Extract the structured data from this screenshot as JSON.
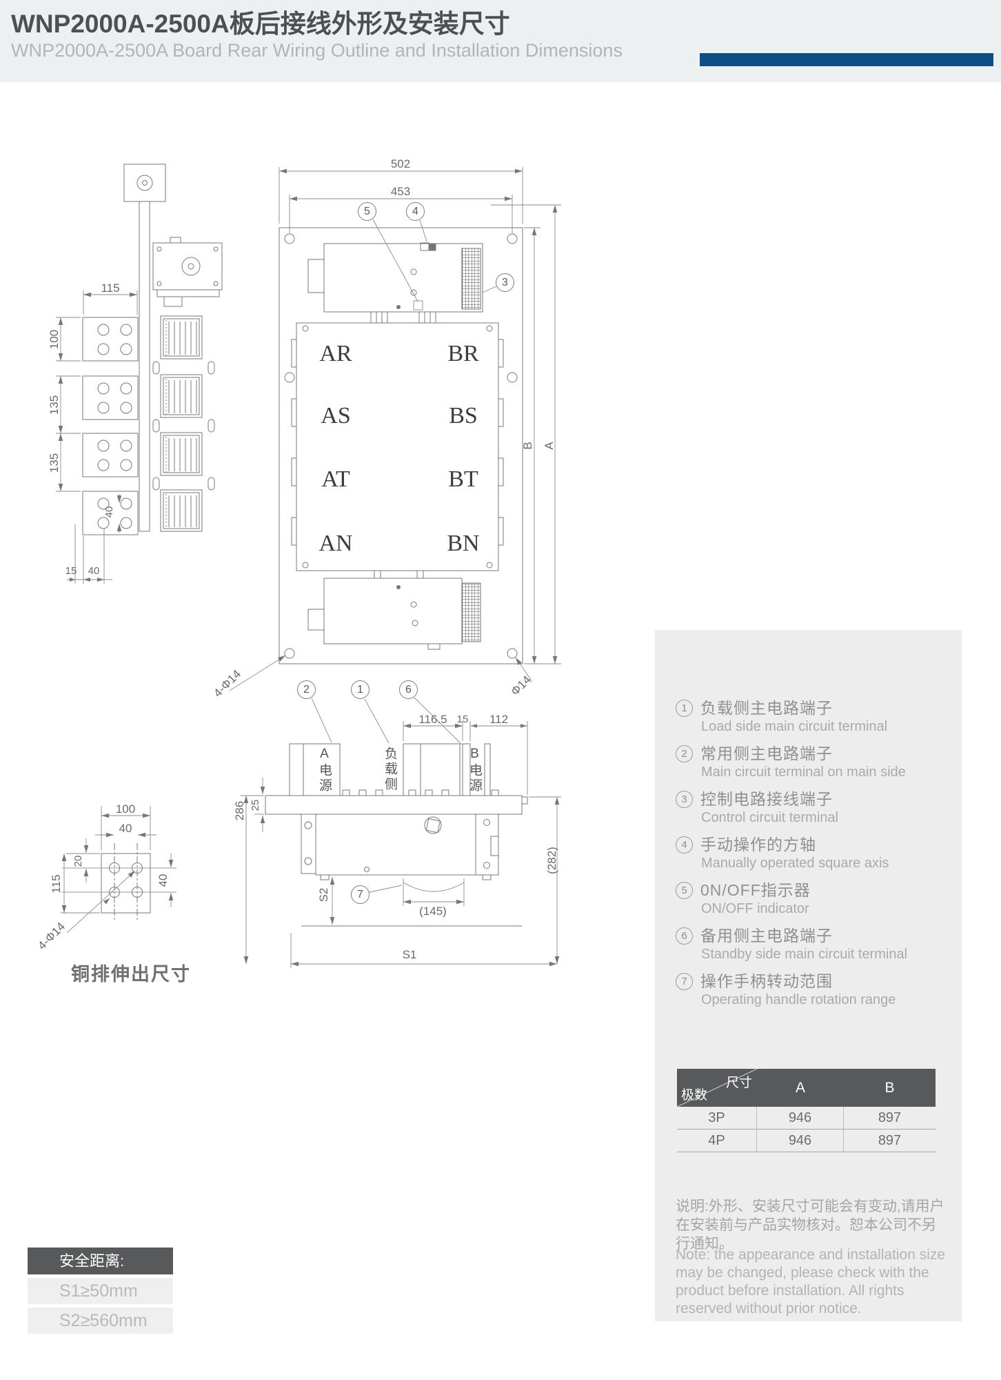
{
  "header": {
    "title_zh": "WNP2000A-2500A板后接线外形及安装尺寸",
    "title_en": "WNP2000A-2500A Board Rear Wiring Outline and Installation Dimensions",
    "accent_color": "#0e4d86"
  },
  "front": {
    "dim_502": "502",
    "dim_453": "453",
    "dim_a": "A",
    "dim_b": "B",
    "corner_holes": "4-Φ14",
    "hole": "Φ14",
    "t_l1": "AR",
    "t_l2": "AS",
    "t_l3": "AT",
    "t_l4": "AN",
    "t_r1": "BR",
    "t_r2": "BS",
    "t_r3": "BT",
    "t_r4": "BN",
    "c3": "3",
    "c4": "4",
    "c5": "5"
  },
  "side": {
    "d115": "115",
    "d100": "100",
    "d135a": "135",
    "d135b": "135",
    "d40": "40",
    "d15": "15",
    "d40b": "40"
  },
  "bottom": {
    "d1165": "116.5",
    "d15": "15",
    "d112": "112",
    "d286": "286",
    "d25": "25",
    "ds2": "S2",
    "ds1": "S1",
    "d145": "(145)",
    "d282": "(282)",
    "a_power": "A电源",
    "load_side": "负载侧",
    "b_power": "B电源",
    "c1": "1",
    "c2": "2",
    "c6": "6",
    "c7": "7"
  },
  "detail": {
    "title": "铜排伸出尺寸",
    "d100": "100",
    "d40": "40",
    "d20": "20",
    "d115": "115",
    "d40b": "40",
    "holes": "4-Φ14"
  },
  "legend": {
    "items": [
      {
        "num": "1",
        "zh": "负载侧主电路端子",
        "en": "Load side main circuit terminal"
      },
      {
        "num": "2",
        "zh": "常用侧主电路端子",
        "en": "Main circuit terminal on main side"
      },
      {
        "num": "3",
        "zh": "控制电路接线端子",
        "en": "Control circuit terminal"
      },
      {
        "num": "4",
        "zh": "手动操作的方轴",
        "en": "Manually operated square axis"
      },
      {
        "num": "5",
        "zh": "0N/OFF指示器",
        "en": "ON/OFF indicator"
      },
      {
        "num": "6",
        "zh": "备用侧主电路端子",
        "en": "Standby side main circuit terminal"
      },
      {
        "num": "7",
        "zh": "操作手柄转动范围",
        "en": "Operating handle rotation range"
      }
    ]
  },
  "table": {
    "corner_top": "尺寸",
    "corner_bottom": "极数",
    "col_a": "A",
    "col_b": "B",
    "rows": [
      {
        "poles": "3P",
        "a": "946",
        "b": "897"
      },
      {
        "poles": "4P",
        "a": "946",
        "b": "897"
      }
    ]
  },
  "notes": {
    "zh": "说明:外形、安装尺寸可能会有变动,请用户在安装前与产品实物核对。恕本公司不另行通知。",
    "en": "Note: the appearance and installation size may be changed, please check with the product before installation. All rights reserved without prior notice."
  },
  "safety": {
    "header": "安全距离:",
    "row1": "S1≥50mm",
    "row2": "S2≥560mm"
  }
}
